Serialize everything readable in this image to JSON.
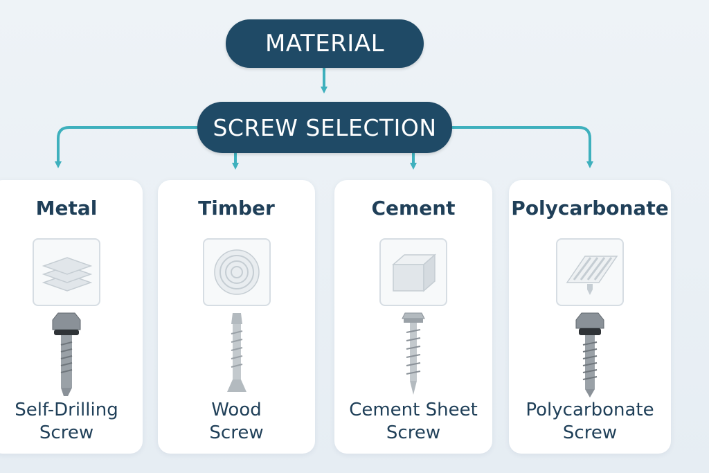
{
  "header": {
    "title": "MATERIAL"
  },
  "selector": {
    "title": "SCREW SELECTION"
  },
  "cards": [
    {
      "material": "Metal",
      "icon": "stacked-sheets-icon",
      "screw_icon": "self-drilling-screw-icon",
      "screw_line1": "Self-Drilling",
      "screw_line2": "Screw"
    },
    {
      "material": "Timber",
      "icon": "wood-rings-icon",
      "screw_icon": "wood-screw-icon",
      "screw_line1": "Wood",
      "screw_line2": "Screw"
    },
    {
      "material": "Cement",
      "icon": "cement-block-icon",
      "screw_icon": "cement-sheet-screw-icon",
      "screw_line1": "Cement Sheet",
      "screw_line2": "Screw"
    },
    {
      "material": "Polycarbonate",
      "icon": "corrugated-sheet-icon",
      "screw_icon": "polycarbonate-screw-icon",
      "screw_line1": "Polycarbonate",
      "screw_line2": "Screw"
    }
  ],
  "colors": {
    "pill": "#1f4a66",
    "connector": "#3eb0bd",
    "text": "#1f3f58"
  }
}
